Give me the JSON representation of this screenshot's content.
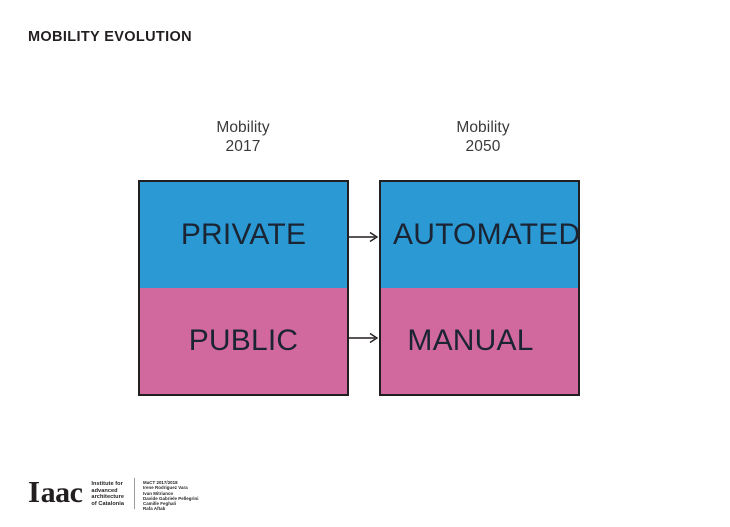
{
  "slide": {
    "title": "MOBILITY EVOLUTION",
    "background_color": "#ffffff"
  },
  "palette": {
    "blue": "#2b9ad4",
    "pink": "#d2699e",
    "outline": "#231f20",
    "text_dark": "#1b2433"
  },
  "columns": [
    {
      "id": "2017",
      "header_line1": "Mobility",
      "header_line2": "2017",
      "top_label": "PRIVATE",
      "bottom_label": "PUBLIC"
    },
    {
      "id": "2050",
      "header_line1": "Mobility",
      "header_line2": "2050",
      "top_label": "AUTOMATED",
      "bottom_label": "MANUAL"
    }
  ],
  "arrows": [
    {
      "id": "private-to-automated",
      "from": "PRIVATE",
      "to": "AUTOMATED"
    },
    {
      "id": "public-to-manual",
      "from": "PUBLIC",
      "to": "MANUAL"
    }
  ],
  "footer": {
    "logo_text_i": "I",
    "logo_text_aac": "aac",
    "tagline": [
      "Institute for",
      "advanced",
      "architecture",
      "of Catalonia"
    ],
    "credits": [
      "MaCT 2017/2018",
      "Irene Rodriguez Vara",
      "Ivan Mitrianov",
      "Davide Gabriele Pellegrini",
      "Camille Feghali",
      "Rafa Aftab"
    ]
  }
}
